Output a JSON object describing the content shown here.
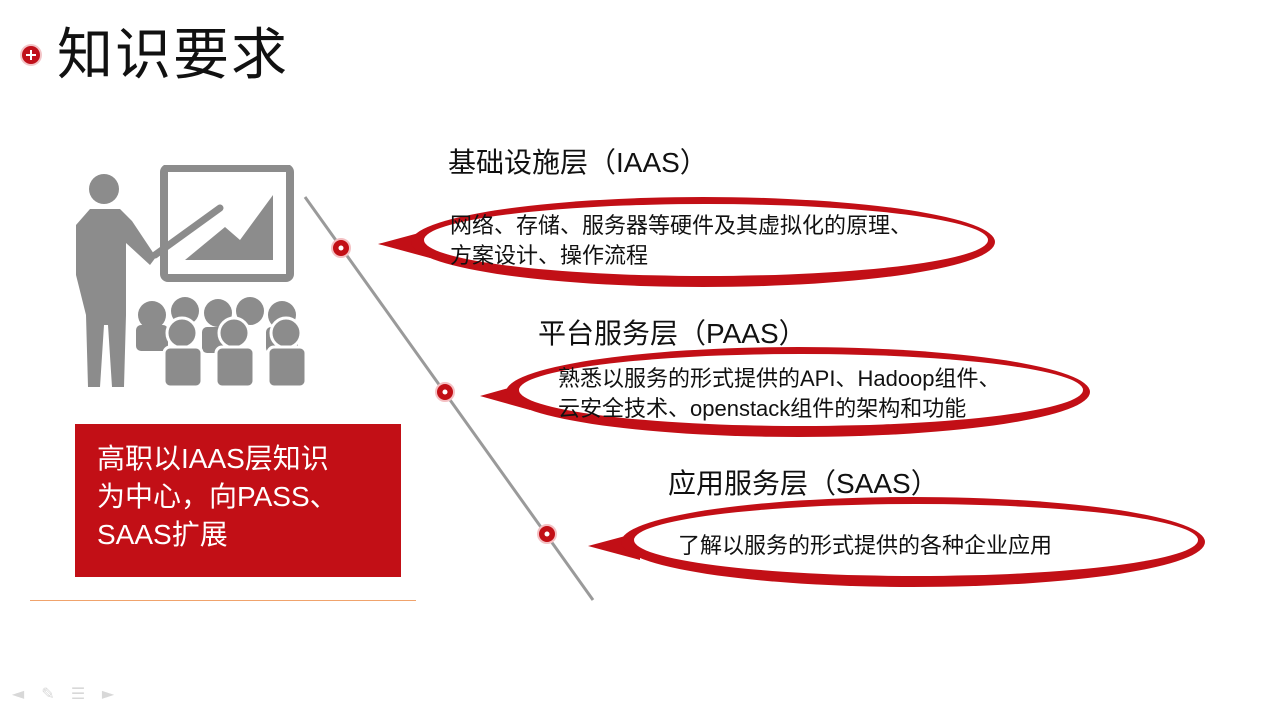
{
  "slide": {
    "title": "知识要求",
    "summary_lines": [
      "高职以IAAS层知识",
      "为中心，向PASS、",
      "SAAS扩展"
    ],
    "layers": [
      {
        "title": "基础设施层（IAAS）",
        "lines": [
          "网络、存储、服务器等硬件及其虚拟化的原理、",
          "方案设计、操作流程"
        ]
      },
      {
        "title": "平台服务层（PAAS）",
        "lines": [
          "熟悉以服务的形式提供的API、Hadoop组件、",
          "云安全技术、openstack组件的架构和功能"
        ]
      },
      {
        "title": "应用服务层（SAAS）",
        "lines": [
          "了解以服务的形式提供的各种企业应用"
        ]
      }
    ]
  },
  "colors": {
    "accent": "#c20f16",
    "illustration": "#8c8c8c",
    "timeline": "#9a9a9a",
    "underline": "#f0a36c"
  },
  "icons": {
    "title_bullet": "plus-circle-icon",
    "illustration": "presenter-audience-icon",
    "nav": [
      "arrow-left-icon",
      "pen-icon",
      "menu-icon",
      "arrow-right-icon"
    ]
  }
}
